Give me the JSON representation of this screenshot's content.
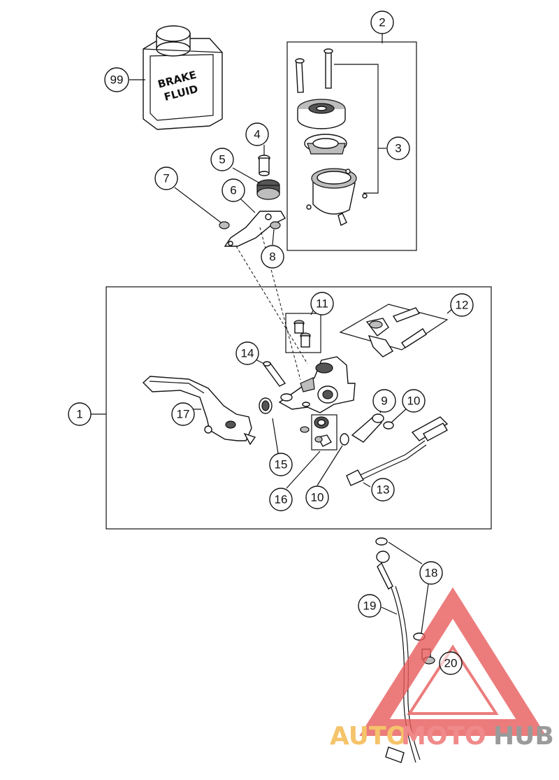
{
  "callouts": [
    {
      "id": "c99",
      "label": "99"
    },
    {
      "id": "c2",
      "label": "2"
    },
    {
      "id": "c3",
      "label": "3"
    },
    {
      "id": "c4",
      "label": "4"
    },
    {
      "id": "c5",
      "label": "5"
    },
    {
      "id": "c6",
      "label": "6"
    },
    {
      "id": "c7",
      "label": "7"
    },
    {
      "id": "c8",
      "label": "8"
    },
    {
      "id": "c11",
      "label": "11"
    },
    {
      "id": "c12",
      "label": "12"
    },
    {
      "id": "c14",
      "label": "14"
    },
    {
      "id": "c1",
      "label": "1"
    },
    {
      "id": "c17",
      "label": "17"
    },
    {
      "id": "c9",
      "label": "9"
    },
    {
      "id": "c10a",
      "label": "10"
    },
    {
      "id": "c15",
      "label": "15"
    },
    {
      "id": "c16",
      "label": "16"
    },
    {
      "id": "c10b",
      "label": "10"
    },
    {
      "id": "c13",
      "label": "13"
    },
    {
      "id": "c18",
      "label": "18"
    },
    {
      "id": "c19",
      "label": "19"
    },
    {
      "id": "c20",
      "label": "20"
    }
  ],
  "can": {
    "line1": "BRAKE",
    "line2": "FLUID"
  },
  "watermark": {
    "part1": "AUTO",
    "part2": "MOTO",
    "part3": "HUB",
    "colors": {
      "auto": "#f5c36a",
      "moto": "#f08a8a",
      "hub": "#9a9a9a",
      "triangle": "#e85c5c"
    }
  }
}
